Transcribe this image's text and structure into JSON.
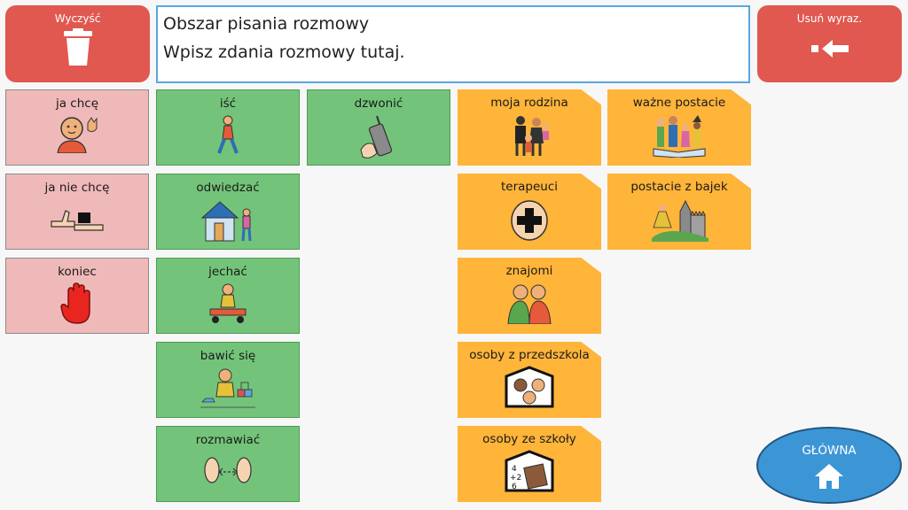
{
  "toolbar": {
    "clear_label": "Wyczyść",
    "delete_word_label": "Usuń wyraz."
  },
  "message_area": {
    "line1": "Obszar pisania rozmowy",
    "line2": "Wpisz zdania rozmowy tutaj."
  },
  "tiles": {
    "want": "ja chcę",
    "dont_want": "ja nie chcę",
    "end": "koniec",
    "go": "iść",
    "visit": "odwiedzać",
    "ride": "jechać",
    "play": "bawić się",
    "talk": "rozmawiać",
    "call": "dzwonić",
    "family": "moja rodzina",
    "therapists": "terapeuci",
    "friends": "znajomi",
    "preschool": "osoby z przedszkola",
    "school": "osoby ze szkoły",
    "important_figures": "ważne postacie",
    "fairytale_characters": "postacie z bajek"
  },
  "home_button": {
    "label": "GŁÓWNA"
  },
  "colors": {
    "red_button": "#e0584f",
    "pink_tile": "#f0b9b9",
    "green_tile": "#73c47a",
    "orange_tile": "#ffb43a",
    "home_blue": "#3c96d6"
  }
}
